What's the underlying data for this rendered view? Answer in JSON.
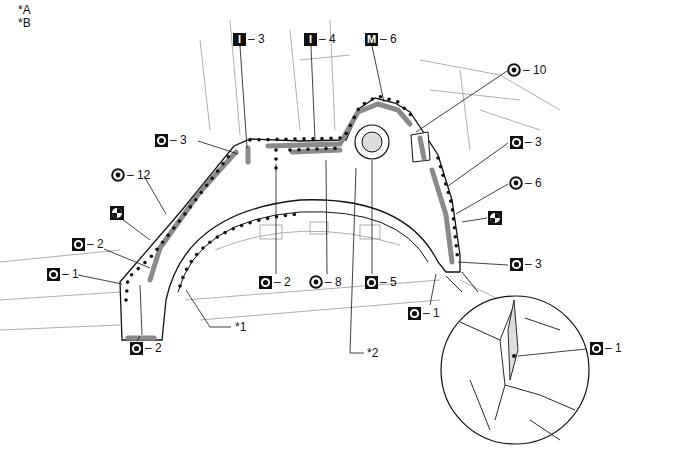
{
  "diagram": {
    "labels": [
      "*A",
      "*B",
      "I",
      "– 3",
      "I",
      "– 4",
      "M",
      "– 6",
      "– 10",
      "– 3",
      "– 3",
      "– 12",
      "– 6",
      "– 2",
      "– 1",
      "– 2",
      "– 8",
      "– 5",
      "*1",
      "*2",
      "– 3",
      "– 1",
      "– 1",
      "– 2"
    ]
  }
}
